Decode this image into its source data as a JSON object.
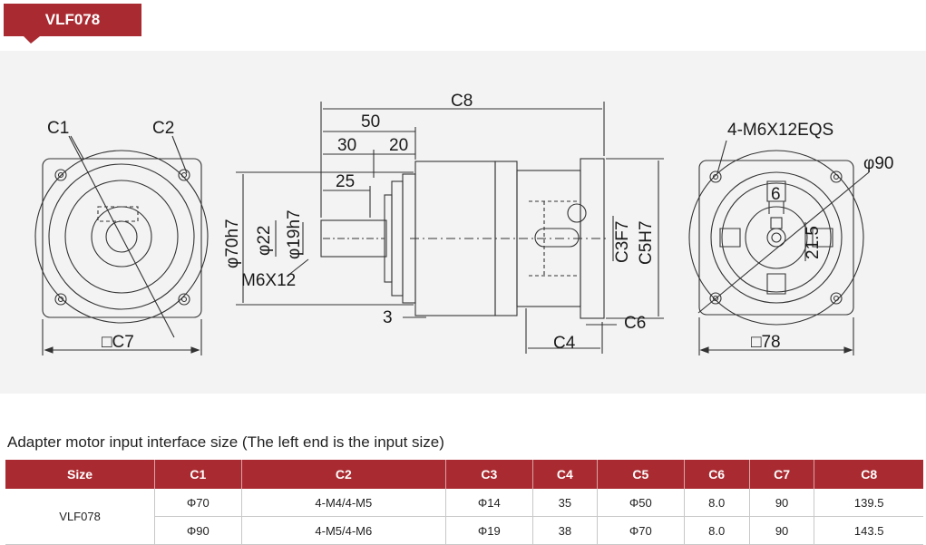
{
  "model_tag": "VLF078",
  "drawing": {
    "left_view": {
      "c1": "C1",
      "c2": "C2",
      "square": "□C7"
    },
    "side_view": {
      "c8": "C8",
      "d50": "50",
      "d30": "30",
      "d20": "20",
      "d25": "25",
      "d70h7": "φ70h7",
      "d22": "φ22",
      "d19h7": "φ19h7",
      "m6x12": "M6X12",
      "d3": "3",
      "c3f7": "C3F7",
      "c5h7": "C5H7",
      "c6": "C6",
      "c4": "C4"
    },
    "right_view": {
      "holes": "4-M6X12EQS",
      "d90": "φ90",
      "d6": "6",
      "d21_5": "21.5",
      "square": "□78"
    }
  },
  "caption": "Adapter motor input interface size (The left end is the input size)",
  "table": {
    "headers": [
      "Size",
      "C1",
      "C2",
      "C3",
      "C4",
      "C5",
      "C6",
      "C7",
      "C8"
    ],
    "size_label": "VLF078",
    "rows": [
      [
        "Φ70",
        "4-M4/4-M5",
        "Φ14",
        "35",
        "Φ50",
        "8.0",
        "90",
        "139.5"
      ],
      [
        "Φ90",
        "4-M5/4-M6",
        "Φ19",
        "38",
        "Φ70",
        "8.0",
        "90",
        "143.5"
      ]
    ]
  }
}
